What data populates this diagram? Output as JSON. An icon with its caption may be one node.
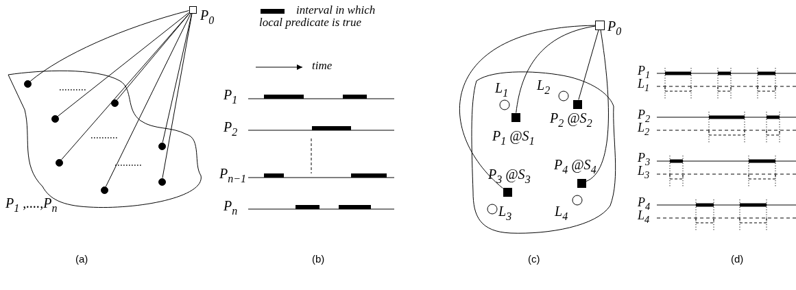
{
  "diagram": {
    "nodes": [
      {
        "text": [],
        "shape": "box",
        "beside": [
          "P$_{0}$"
        ]
      },
      {
        "text": [],
        "shape": "circle"
      },
      {
        "text": [],
        "shape": "circle"
      },
      {
        "text": [],
        "shape": "circle"
      },
      {
        "text": [],
        "shape": "circle"
      },
      {
        "text": [],
        "shape": "circle"
      },
      {
        "text": [],
        "shape": "circle"
      },
      {
        "text": [],
        "shape": "circle"
      },
      {
        "text": [],
        "shape": "box",
        "beside": [
          "P$_{0}$"
        ]
      },
      {
        "text": [],
        "shape": "box",
        "beside": [
          "P$_{1}$ @S$_{1}$"
        ]
      },
      {
        "text": [],
        "shape": "box",
        "beside": [
          "P$_{2}$ @S$_{2}$"
        ]
      },
      {
        "text": [],
        "shape": "box",
        "beside": [
          "P$_{3}$ @S$_{3}$"
        ]
      },
      {
        "text": [],
        "shape": "box",
        "beside": [
          "P$_{4}$ @S$_{4}$"
        ]
      }
    ],
    "edges": [
      {
        "from": 0,
        "to": 1,
        "arrow": "none"
      },
      {
        "from": 0,
        "to": 2,
        "arrow": "none"
      },
      {
        "from": 0,
        "to": 3,
        "arrow": "none"
      },
      {
        "from": 0,
        "to": 4,
        "arrow": "none"
      },
      {
        "from": 0,
        "to": 5,
        "arrow": "none"
      },
      {
        "from": 0,
        "to": 6,
        "arrow": "none"
      },
      {
        "from": 0,
        "to": 7,
        "arrow": "none"
      },
      {
        "from": 8,
        "to": 9,
        "arrow": "none"
      },
      {
        "from": 8,
        "to": 10,
        "arrow": "none"
      },
      {
        "from": 8,
        "to": 11,
        "arrow": "none"
      },
      {
        "from": 8,
        "to": 12,
        "arrow": "none"
      }
    ],
    "labels": [
      "P$_{1}$ ,....,P$_{n}$",
      "time",
      "P$_{1}$",
      "P$_{2}$",
      "P$_{n−1}$",
      "P$_{n}$",
      "L$_{1}$",
      "L$_{2}$",
      "L$_{3}$",
      "L$_{4}$",
      "P$_{1}$",
      "L$_{1}$",
      "P$_{2}$",
      "L$_{2}$",
      "P$_{3}$",
      "L$_{3}$",
      "P$_{4}$",
      "L$_{4}$",
      "(a)",
      "(b)",
      "(c)",
      "(d)"
    ],
    "legend": [
      {
        "text": "interval in which local predicate is true",
        "color": "#000000"
      }
    ]
  }
}
